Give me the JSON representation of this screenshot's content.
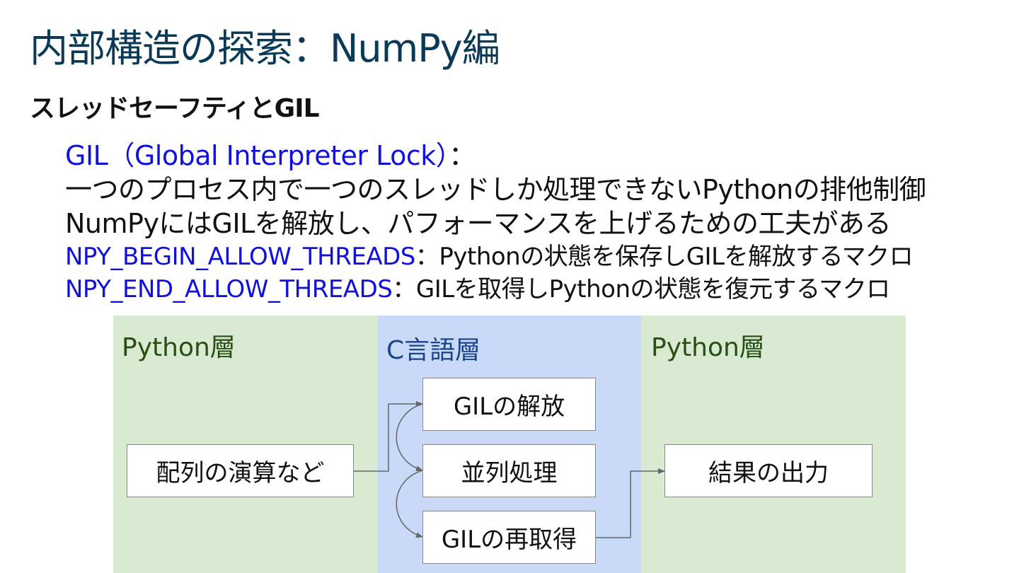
{
  "slide": {
    "title": "内部構造の探索：NumPy編",
    "subtitle": "スレッドセーフティとGIL"
  },
  "body": {
    "gil_term": "GIL（Global Interpreter Lock）",
    "gil_colon": "：",
    "line2": "一つのプロセス内で一つのスレッドしか処理できないPythonの排他制御",
    "line3": "NumPyにはGILを解放し、パフォーマンスを上げるための工夫がある",
    "macro1_name": "NPY_BEGIN_ALLOW_THREADS",
    "macro1_desc": "：Pythonの状態を保存しGILを解放するマクロ",
    "macro2_name": "NPY_END_ALLOW_THREADS",
    "macro2_desc": "：GILを取得しPythonの状態を復元するマクロ"
  },
  "diagram": {
    "left_layer": "Python層",
    "middle_layer": "C言語層",
    "right_layer": "Python層",
    "input_box": "配列の演算など",
    "release_box": "GILの解放",
    "parallel_box": "並列処理",
    "reacquire_box": "GILの再取得",
    "output_box": "結果の出力"
  },
  "colors": {
    "title": "#0b3a57",
    "accent_blue": "#1111dd",
    "python_layer_bg": "#d9ead3",
    "c_layer_bg": "#c9daf8",
    "python_label": "#274e13",
    "c_label": "#1c4587"
  }
}
